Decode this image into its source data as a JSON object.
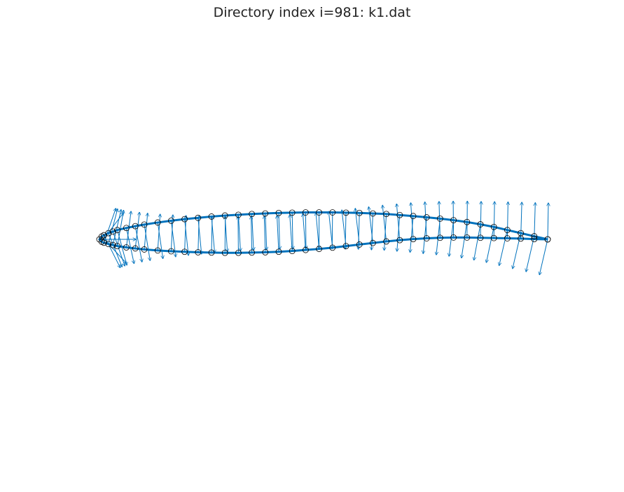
{
  "chart_data": {
    "type": "scatter",
    "title": "Directory index i=981: k1.dat",
    "xlabel": "",
    "ylabel": "",
    "axis_visible": false,
    "grid": false,
    "aspect": "equal",
    "xlim": [
      -0.04,
      1.05
    ],
    "ylim": [
      -0.5,
      0.5
    ],
    "marker": "open circle",
    "marker_color": "#000000",
    "line_color": "#0072BD",
    "vector_color": "#0072BD",
    "vectors": "outward unit normals at each surface point",
    "airfoil_name": "k1.dat",
    "upper_surface": {
      "x": [
        1.0,
        0.97,
        0.94,
        0.91,
        0.88,
        0.85,
        0.82,
        0.79,
        0.76,
        0.73,
        0.7,
        0.67,
        0.64,
        0.61,
        0.58,
        0.55,
        0.52,
        0.49,
        0.46,
        0.43,
        0.4,
        0.37,
        0.34,
        0.31,
        0.28,
        0.25,
        0.22,
        0.19,
        0.16,
        0.13,
        0.1,
        0.08,
        0.06,
        0.04,
        0.03,
        0.02,
        0.01,
        0.005,
        0.0
      ],
      "y": [
        0.0,
        0.012,
        0.024,
        0.036,
        0.048,
        0.058,
        0.067,
        0.074,
        0.08,
        0.085,
        0.09,
        0.094,
        0.098,
        0.1,
        0.102,
        0.103,
        0.104,
        0.104,
        0.104,
        0.103,
        0.102,
        0.1,
        0.098,
        0.095,
        0.092,
        0.088,
        0.083,
        0.078,
        0.072,
        0.065,
        0.057,
        0.051,
        0.044,
        0.036,
        0.03,
        0.024,
        0.016,
        0.011,
        0.0
      ]
    },
    "lower_surface": {
      "x": [
        0.0,
        0.005,
        0.01,
        0.02,
        0.03,
        0.04,
        0.06,
        0.08,
        0.1,
        0.13,
        0.16,
        0.19,
        0.22,
        0.25,
        0.28,
        0.31,
        0.34,
        0.37,
        0.4,
        0.43,
        0.46,
        0.49,
        0.52,
        0.55,
        0.58,
        0.61,
        0.64,
        0.67,
        0.7,
        0.73,
        0.76,
        0.79,
        0.82,
        0.85,
        0.88,
        0.91,
        0.94,
        0.97,
        1.0
      ],
      "y": [
        0.0,
        -0.009,
        -0.013,
        -0.018,
        -0.022,
        -0.026,
        -0.031,
        -0.035,
        -0.039,
        -0.043,
        -0.046,
        -0.048,
        -0.05,
        -0.051,
        -0.052,
        -0.052,
        -0.051,
        -0.05,
        -0.048,
        -0.045,
        -0.041,
        -0.037,
        -0.032,
        -0.026,
        -0.02,
        -0.014,
        -0.008,
        -0.003,
        0.001,
        0.004,
        0.006,
        0.007,
        0.007,
        0.006,
        0.005,
        0.004,
        0.003,
        0.001,
        0.0
      ]
    }
  }
}
